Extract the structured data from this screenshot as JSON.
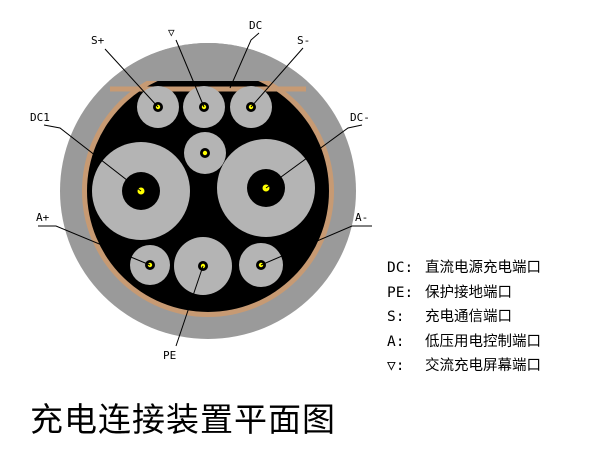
{
  "title": "充电连接装置平面图",
  "colors": {
    "housing": "#9a9a9a",
    "ring": "#c79a73",
    "face": "#000000",
    "pin_outer": "#b4b4b4",
    "pin_core": "#000000",
    "pin_dot": "#ffff00"
  },
  "pin_labels": {
    "s_plus": "S+",
    "triangle": "▽",
    "dc": "DC",
    "s_minus": "S-",
    "dc1": "DC1",
    "dc_minus": "DC-",
    "a_plus": "A+",
    "a_minus": "A-",
    "pe": "PE"
  },
  "legend": [
    {
      "code": "DC:",
      "desc": "直流电源充电端口"
    },
    {
      "code": "PE:",
      "desc": "保护接地端口"
    },
    {
      "code": "S:",
      "desc": "充电通信端口"
    },
    {
      "code": "A:",
      "desc": "低压用电控制端口"
    },
    {
      "code": "▽:",
      "desc": "交流充电屏幕端口"
    }
  ]
}
